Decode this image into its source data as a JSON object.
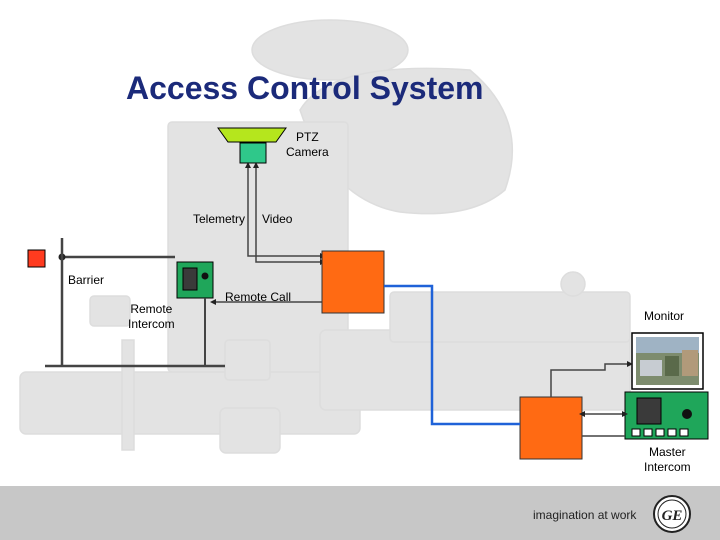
{
  "title": "Access Control System",
  "labels": {
    "ptz_camera_line1": "PTZ",
    "ptz_camera_line2": "Camera",
    "telemetry": "Telemetry",
    "video": "Video",
    "barrier": "Barrier",
    "remote_intercom_line1": "Remote",
    "remote_intercom_line2": "Intercom",
    "remote_call": "Remote Call",
    "monitor": "Monitor",
    "master_intercom_line1": "Master",
    "master_intercom_line2": "Intercom"
  },
  "footer": {
    "tagline": "imagination at work",
    "logo_text": "GE"
  },
  "colors": {
    "title": "#1b2a7a",
    "controller_box": "#ff6a13",
    "camera_mount": "#b5e61d",
    "camera_body": "#2fc88a",
    "intercom_green": "#1fa65a",
    "barrier_light": "#ff3b1f",
    "network_line": "#1f62d8",
    "footer_band": "#c7c7c7"
  }
}
